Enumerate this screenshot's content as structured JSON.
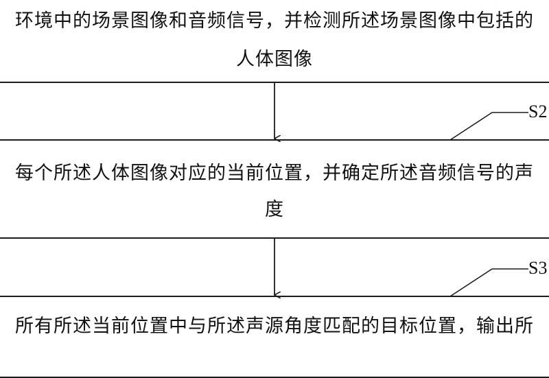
{
  "steps": [
    {
      "id": "S1",
      "lines": [
        "环境中的场景图像和音频信号，并检测所述场景图像中包括的",
        "人体图像"
      ]
    },
    {
      "id": "S2",
      "label": "S2",
      "lines": [
        "每个所述人体图像对应的当前位置，并确定所述音频信号的声",
        "度"
      ]
    },
    {
      "id": "S3",
      "label": "S3",
      "lines": [
        "所有所述当前位置中与所述声源角度匹配的目标位置，输出所"
      ]
    }
  ],
  "colors": {
    "stroke": "#1a1a1a",
    "text": "#111111",
    "background": "#ffffff"
  }
}
